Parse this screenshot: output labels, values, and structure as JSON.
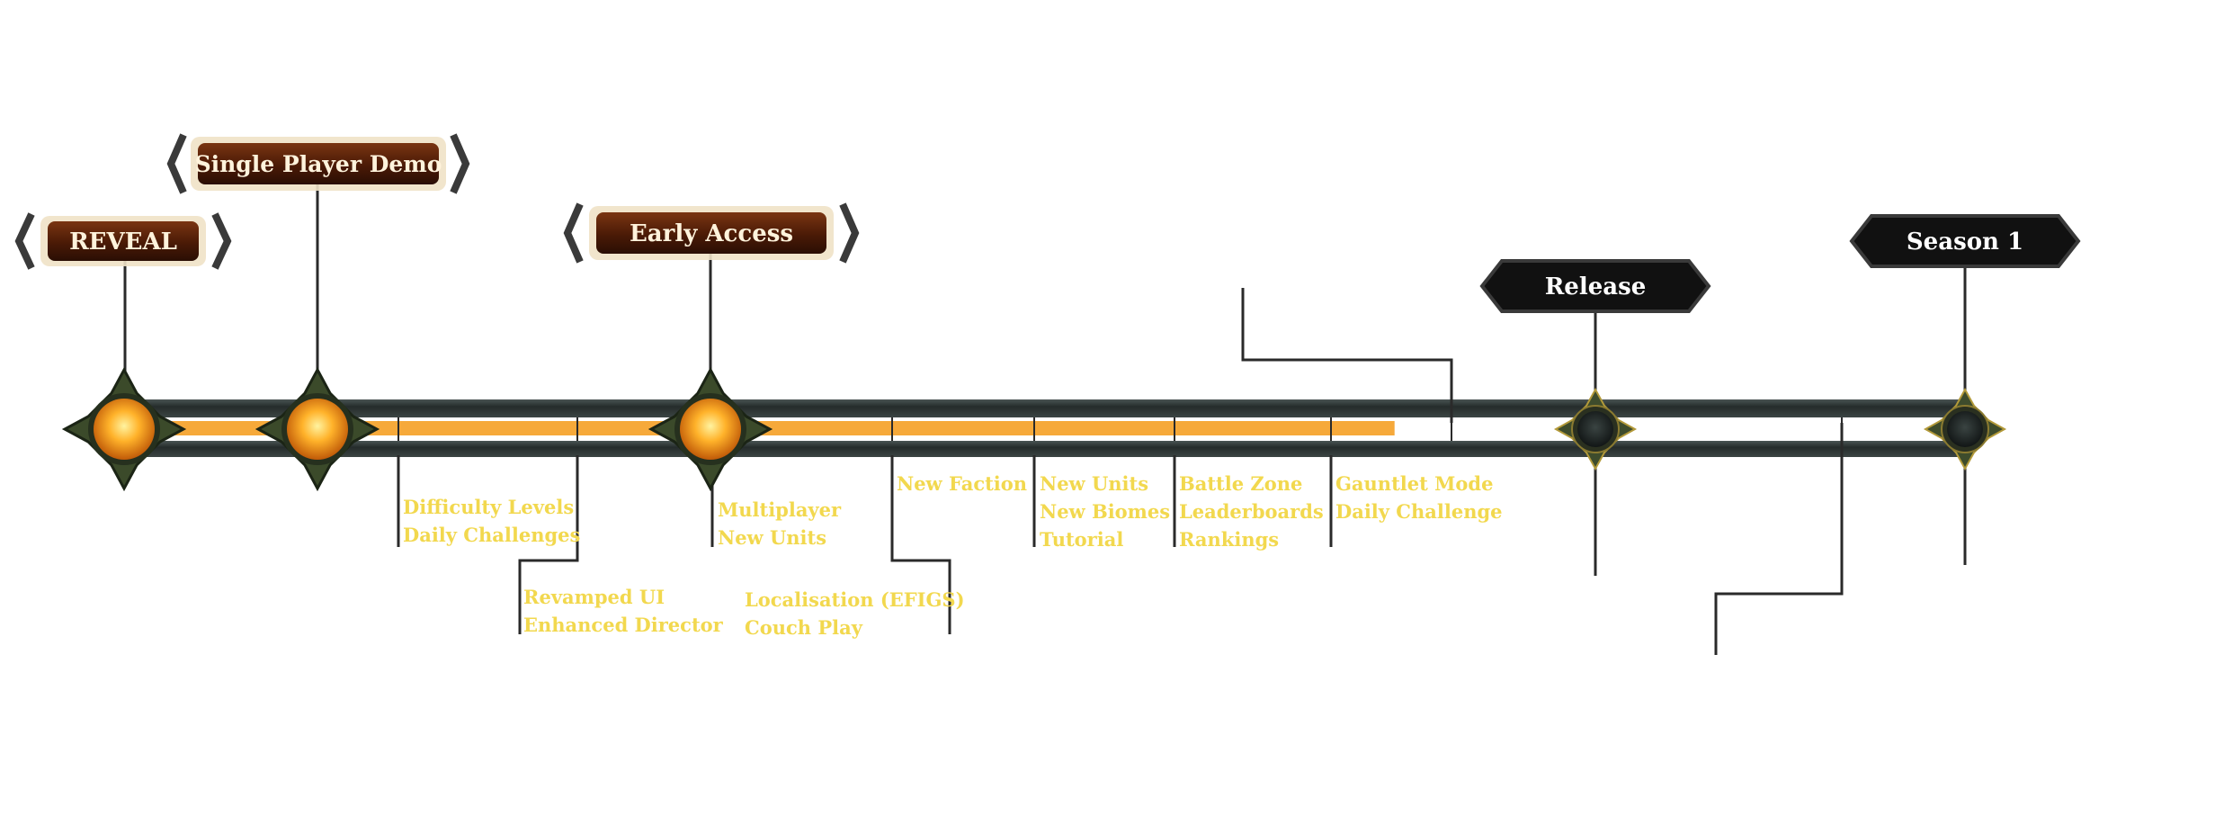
{
  "milestones": [
    {
      "id": "reveal",
      "label": "REVEAL",
      "style": "active"
    },
    {
      "id": "single-player-demo",
      "label": "Single Player Demo",
      "style": "active"
    },
    {
      "id": "early-access",
      "label": "Early Access",
      "style": "active"
    },
    {
      "id": "release",
      "label": "Release",
      "style": "upcoming"
    },
    {
      "id": "season-1",
      "label": "Season 1",
      "style": "upcoming"
    }
  ],
  "features": [
    {
      "id": "difficulty",
      "lines": [
        "Difficulty Levels",
        "Daily Challenges"
      ]
    },
    {
      "id": "revamped-ui",
      "lines": [
        "Revamped UI",
        "Enhanced Director"
      ]
    },
    {
      "id": "multiplayer",
      "lines": [
        "Multiplayer",
        "New Units"
      ]
    },
    {
      "id": "localisation",
      "lines": [
        "Localisation (EFIGS)",
        "Couch Play"
      ]
    },
    {
      "id": "new-faction",
      "lines": [
        "New Faction"
      ]
    },
    {
      "id": "new-units",
      "lines": [
        "New Units",
        "New Biomes",
        "Tutorial"
      ]
    },
    {
      "id": "battle-zone",
      "lines": [
        "Battle Zone",
        "Leaderboards",
        "Rankings"
      ]
    },
    {
      "id": "gauntlet",
      "lines": [
        "Gauntlet Mode",
        "Daily Challenge"
      ]
    }
  ],
  "progress": {
    "filled_fraction": 0.69
  },
  "colors": {
    "progress_fill": "#f6a93a",
    "feature_text": "#f2d84e",
    "active_banner": "#5a2308",
    "upcoming_banner": "#111111",
    "track": "#2b3332",
    "connector": "#222222"
  }
}
